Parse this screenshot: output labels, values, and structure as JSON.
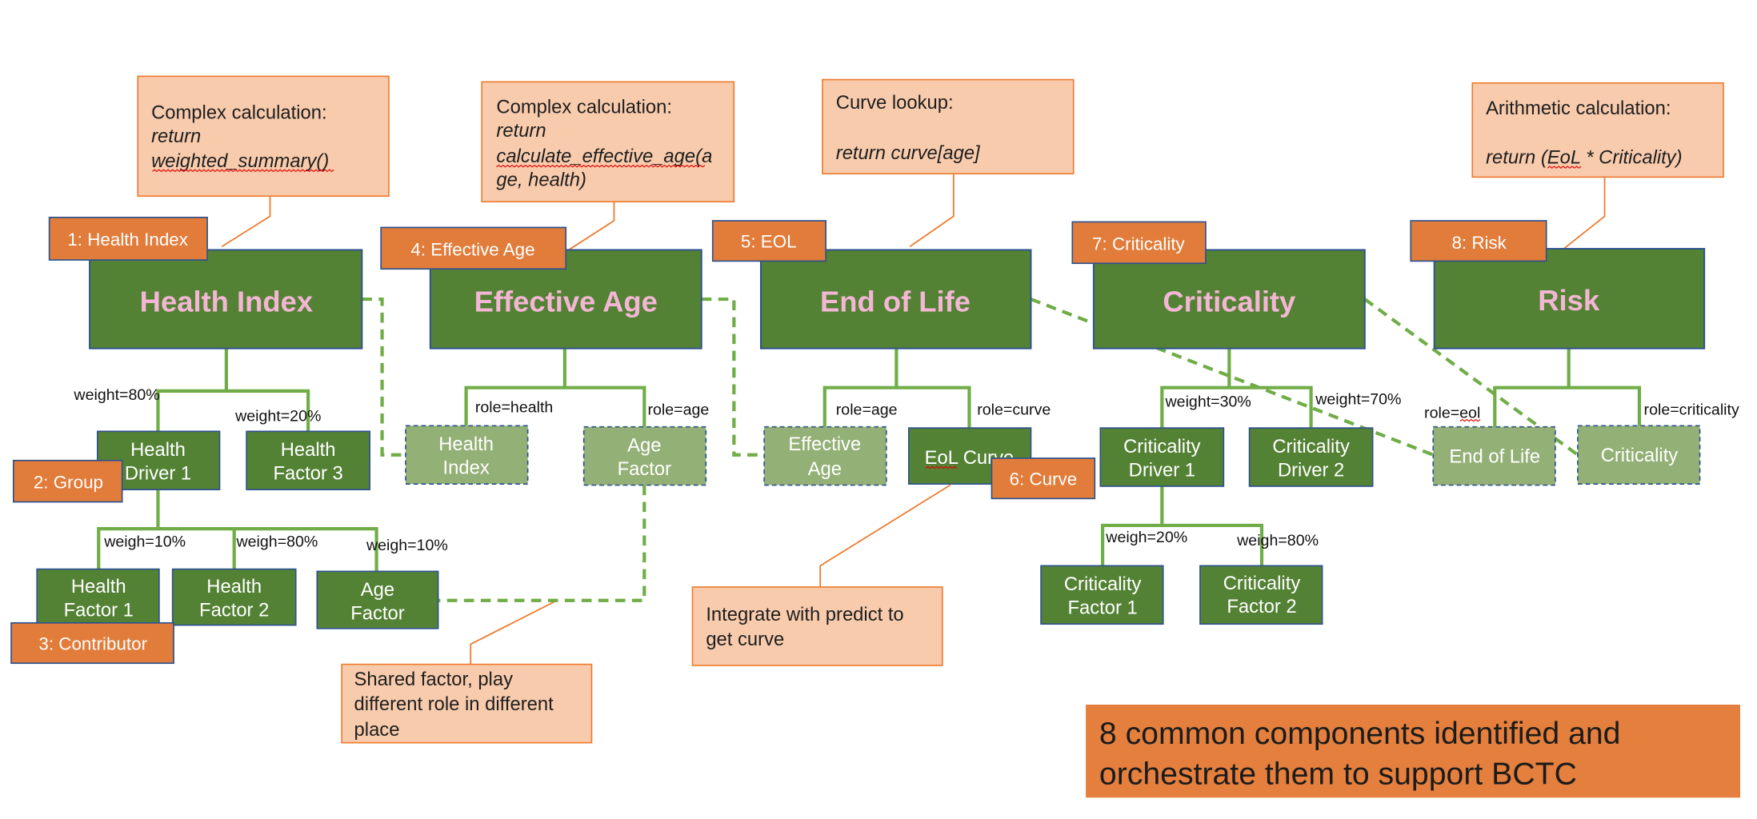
{
  "callouts": [
    {
      "lines": [
        "Complex calculation:",
        "return",
        "weighted_summary()"
      ]
    },
    {
      "lines": [
        "Complex calculation:",
        "return",
        "calculate_effective_age(a",
        "ge, health)"
      ]
    },
    {
      "lines": [
        "Curve lookup:",
        "return curve[age]"
      ]
    },
    {
      "lines": [
        "Arithmetic calculation:",
        "return (EoL * Criticality)"
      ]
    },
    {
      "lines": [
        "Integrate with predict to",
        "get curve"
      ]
    },
    {
      "lines": [
        "Shared factor, play",
        "different role in different",
        "place"
      ]
    }
  ],
  "tags": {
    "health_index": "1: Health Index",
    "group": "2: Group",
    "contributor": "3: Contributor",
    "effective_age": "4: Effective Age",
    "eol": "5: EOL",
    "curve": "6: Curve",
    "criticality": "7: Criticality",
    "risk": "8: Risk"
  },
  "components": {
    "health_index": "Health Index",
    "effective_age": "Effective Age",
    "end_of_life": "End of Life",
    "criticality": "Criticality",
    "risk": "Risk"
  },
  "nodes": {
    "health_driver_1": [
      "Health",
      "Driver 1"
    ],
    "health_factor_3": [
      "Health",
      "Factor 3"
    ],
    "health_factor_1": [
      "Health",
      "Factor 1"
    ],
    "health_factor_2": [
      "Health",
      "Factor 2"
    ],
    "age_factor": [
      "Age",
      "Factor"
    ],
    "ref_health_index": [
      "Health",
      "Index"
    ],
    "ref_age_factor": [
      "Age",
      "Factor"
    ],
    "ref_effective_age": [
      "Effective",
      "Age"
    ],
    "eol_curve": [
      "EoL Curve"
    ],
    "criticality_driver_1": [
      "Criticality",
      "Driver 1"
    ],
    "criticality_driver_2": [
      "Criticality",
      "Driver 2"
    ],
    "criticality_factor_1": [
      "Criticality",
      "Factor 1"
    ],
    "criticality_factor_2": [
      "Criticality",
      "Factor 2"
    ],
    "ref_end_of_life": [
      "End of Life"
    ],
    "ref_criticality": [
      "Criticality"
    ]
  },
  "edge_labels": {
    "health_index": [
      "weight=80%",
      "weight=20%"
    ],
    "health_driver_1": [
      "weigh=10%",
      "weigh=80%",
      "weigh=10%"
    ],
    "effective_age": [
      "role=health",
      "role=age"
    ],
    "end_of_life": [
      "role=age",
      "role=curve"
    ],
    "criticality": [
      "weight=30%",
      "weight=70%"
    ],
    "criticality_driver_1": [
      "weigh=20%",
      "weigh=80%"
    ],
    "risk": [
      "role=eol",
      "role=criticality"
    ]
  },
  "banner": {
    "lines": [
      "8 common components identified and",
      "orchestrate them to support BCTC"
    ]
  },
  "colors": {
    "component_fill": "#548235",
    "component_text": "#f4b6d5",
    "node_fill": "#548235",
    "reference_fill": "#93b076",
    "tag_fill": "#e17c3a",
    "callout_fill": "#f8cbad",
    "callout_border": "#ed7d31",
    "connector": "#70ad47",
    "border": "#2f528f",
    "banner_fill": "#e47f3d"
  }
}
